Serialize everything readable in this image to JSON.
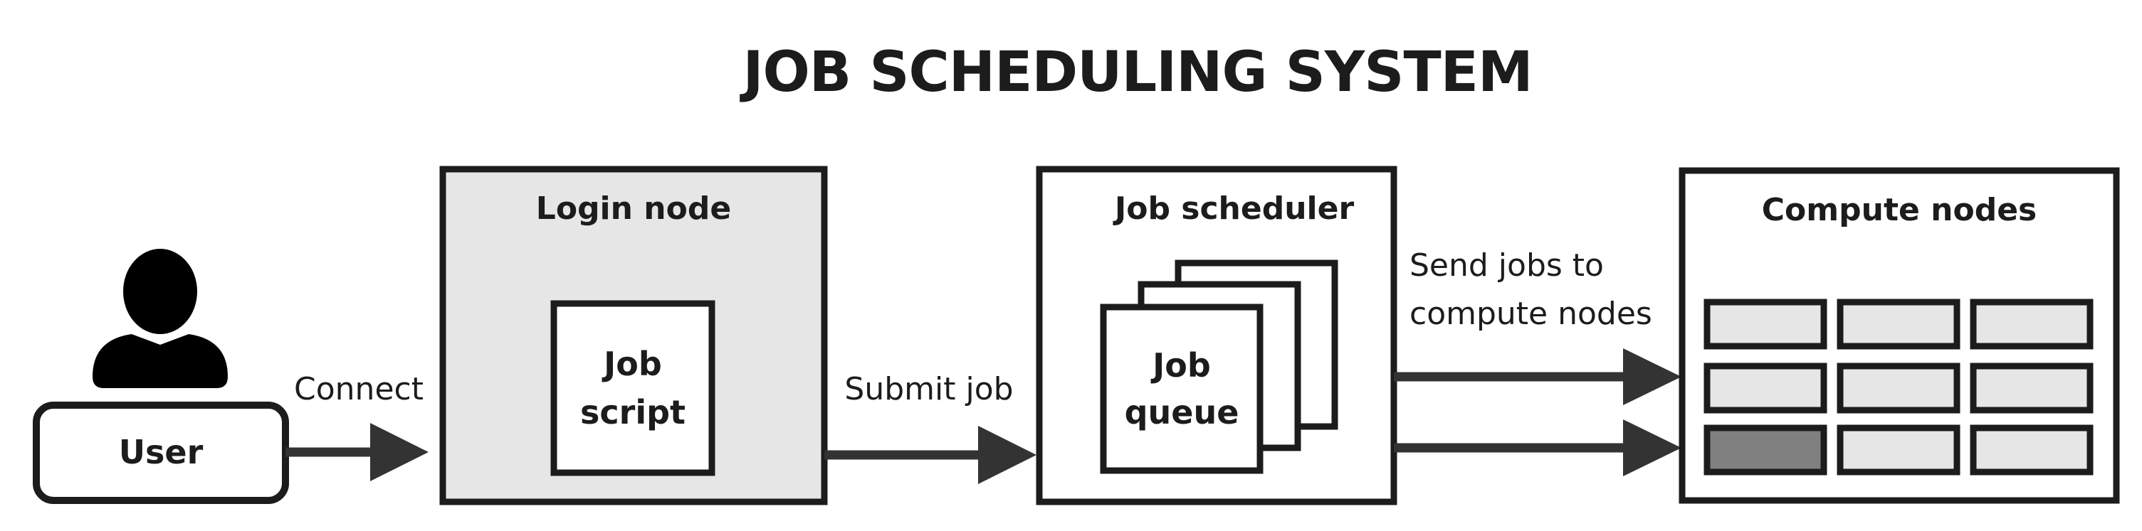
{
  "title": "JOB SCHEDULING SYSTEM",
  "user": {
    "label": "User"
  },
  "connect_label": "Connect",
  "login_node": {
    "title": "Login node",
    "script_line1": "Job",
    "script_line2": "script"
  },
  "submit_label": "Submit job",
  "job_scheduler": {
    "title": "Job scheduler",
    "queue_line1": "Job",
    "queue_line2": "queue"
  },
  "send_label_line1": "Send jobs to",
  "send_label_line2": "compute nodes",
  "compute_nodes": {
    "title": "Compute nodes",
    "grid_rows": 3,
    "grid_cols": 3,
    "active_node": {
      "row": 3,
      "col": 1
    }
  },
  "colors": {
    "stroke": "#1c1c1c",
    "login_fill": "#e6e6e6",
    "node_fill": "#e6e6e6",
    "active_node_fill": "#808080",
    "arrow": "#333333"
  }
}
